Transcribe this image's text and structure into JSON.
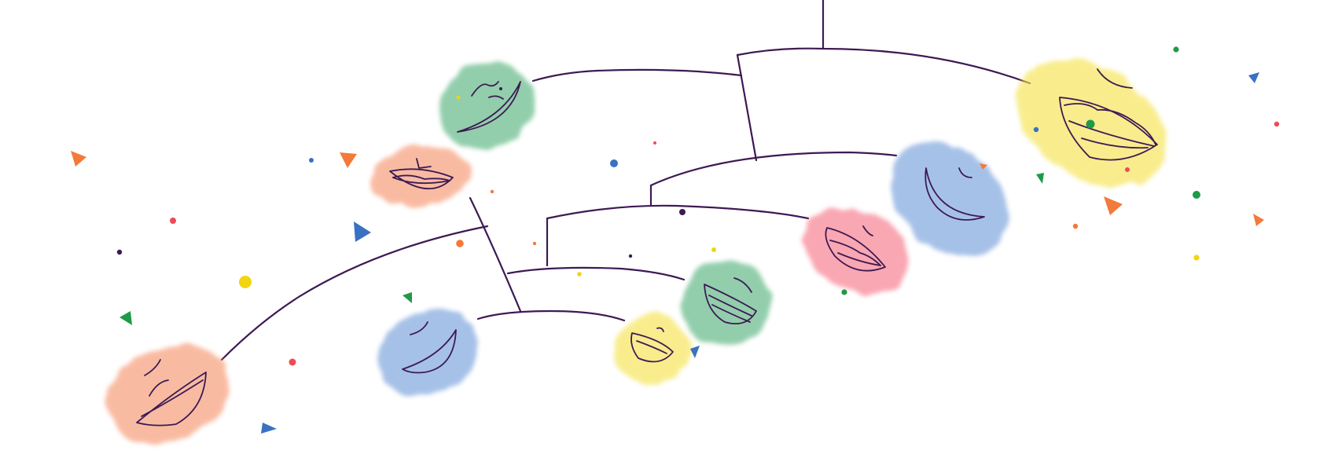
{
  "illustration": {
    "palette": {
      "ink": "#3d1a54",
      "green": "#4cae74",
      "salmon": "#f58f66",
      "blue": "#6c98d8",
      "yellow": "#f5e24a",
      "pink": "#f5697c",
      "orange": "#f37a3a",
      "confetti_green": "#1f9a48",
      "confetti_blue": "#3a72c2",
      "confetti_red": "#ef4b55",
      "confetti_yellow": "#f2d411",
      "confetti_purple": "#3d1a54"
    },
    "ornaments": [
      {
        "name": "ornament-green-smile",
        "color": "green"
      },
      {
        "name": "ornament-salmon-lips",
        "color": "salmon"
      },
      {
        "name": "ornament-salmon-big-lips",
        "color": "salmon"
      },
      {
        "name": "ornament-blue-smile",
        "color": "blue"
      },
      {
        "name": "ornament-yellow-small-lips",
        "color": "yellow"
      },
      {
        "name": "ornament-green-teeth",
        "color": "green"
      },
      {
        "name": "ornament-pink-lips",
        "color": "pink"
      },
      {
        "name": "ornament-blue-big-smile",
        "color": "blue"
      },
      {
        "name": "ornament-yellow-big-lips",
        "color": "yellow"
      }
    ]
  }
}
